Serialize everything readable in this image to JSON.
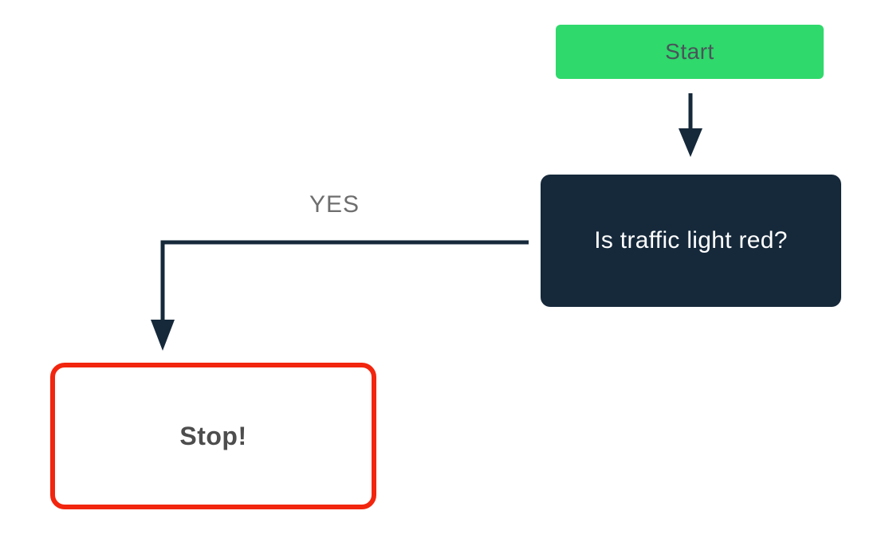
{
  "diagram": {
    "type": "flowchart",
    "background_color": "#ffffff",
    "connector_color": "#16293b",
    "nodes": [
      {
        "id": "start",
        "shape": "rounded-rectangle",
        "label": "Start",
        "fill": "#2fd96b",
        "text_color": "#4a545a"
      },
      {
        "id": "decision",
        "shape": "rounded-rectangle",
        "label": "Is traffic light red?",
        "fill": "#16293b",
        "text_color": "#ffffff"
      },
      {
        "id": "stop",
        "shape": "rounded-rectangle",
        "label": "Stop!",
        "fill": "#ffffff",
        "border_color": "#f2250e",
        "text_color": "#4d4d4d"
      }
    ],
    "edges": [
      {
        "from": "start",
        "to": "decision",
        "label": "",
        "color": "#16293b"
      },
      {
        "from": "decision",
        "to": "stop",
        "label": "YES",
        "color": "#16293b",
        "label_color": "#6e6e6e"
      }
    ]
  }
}
